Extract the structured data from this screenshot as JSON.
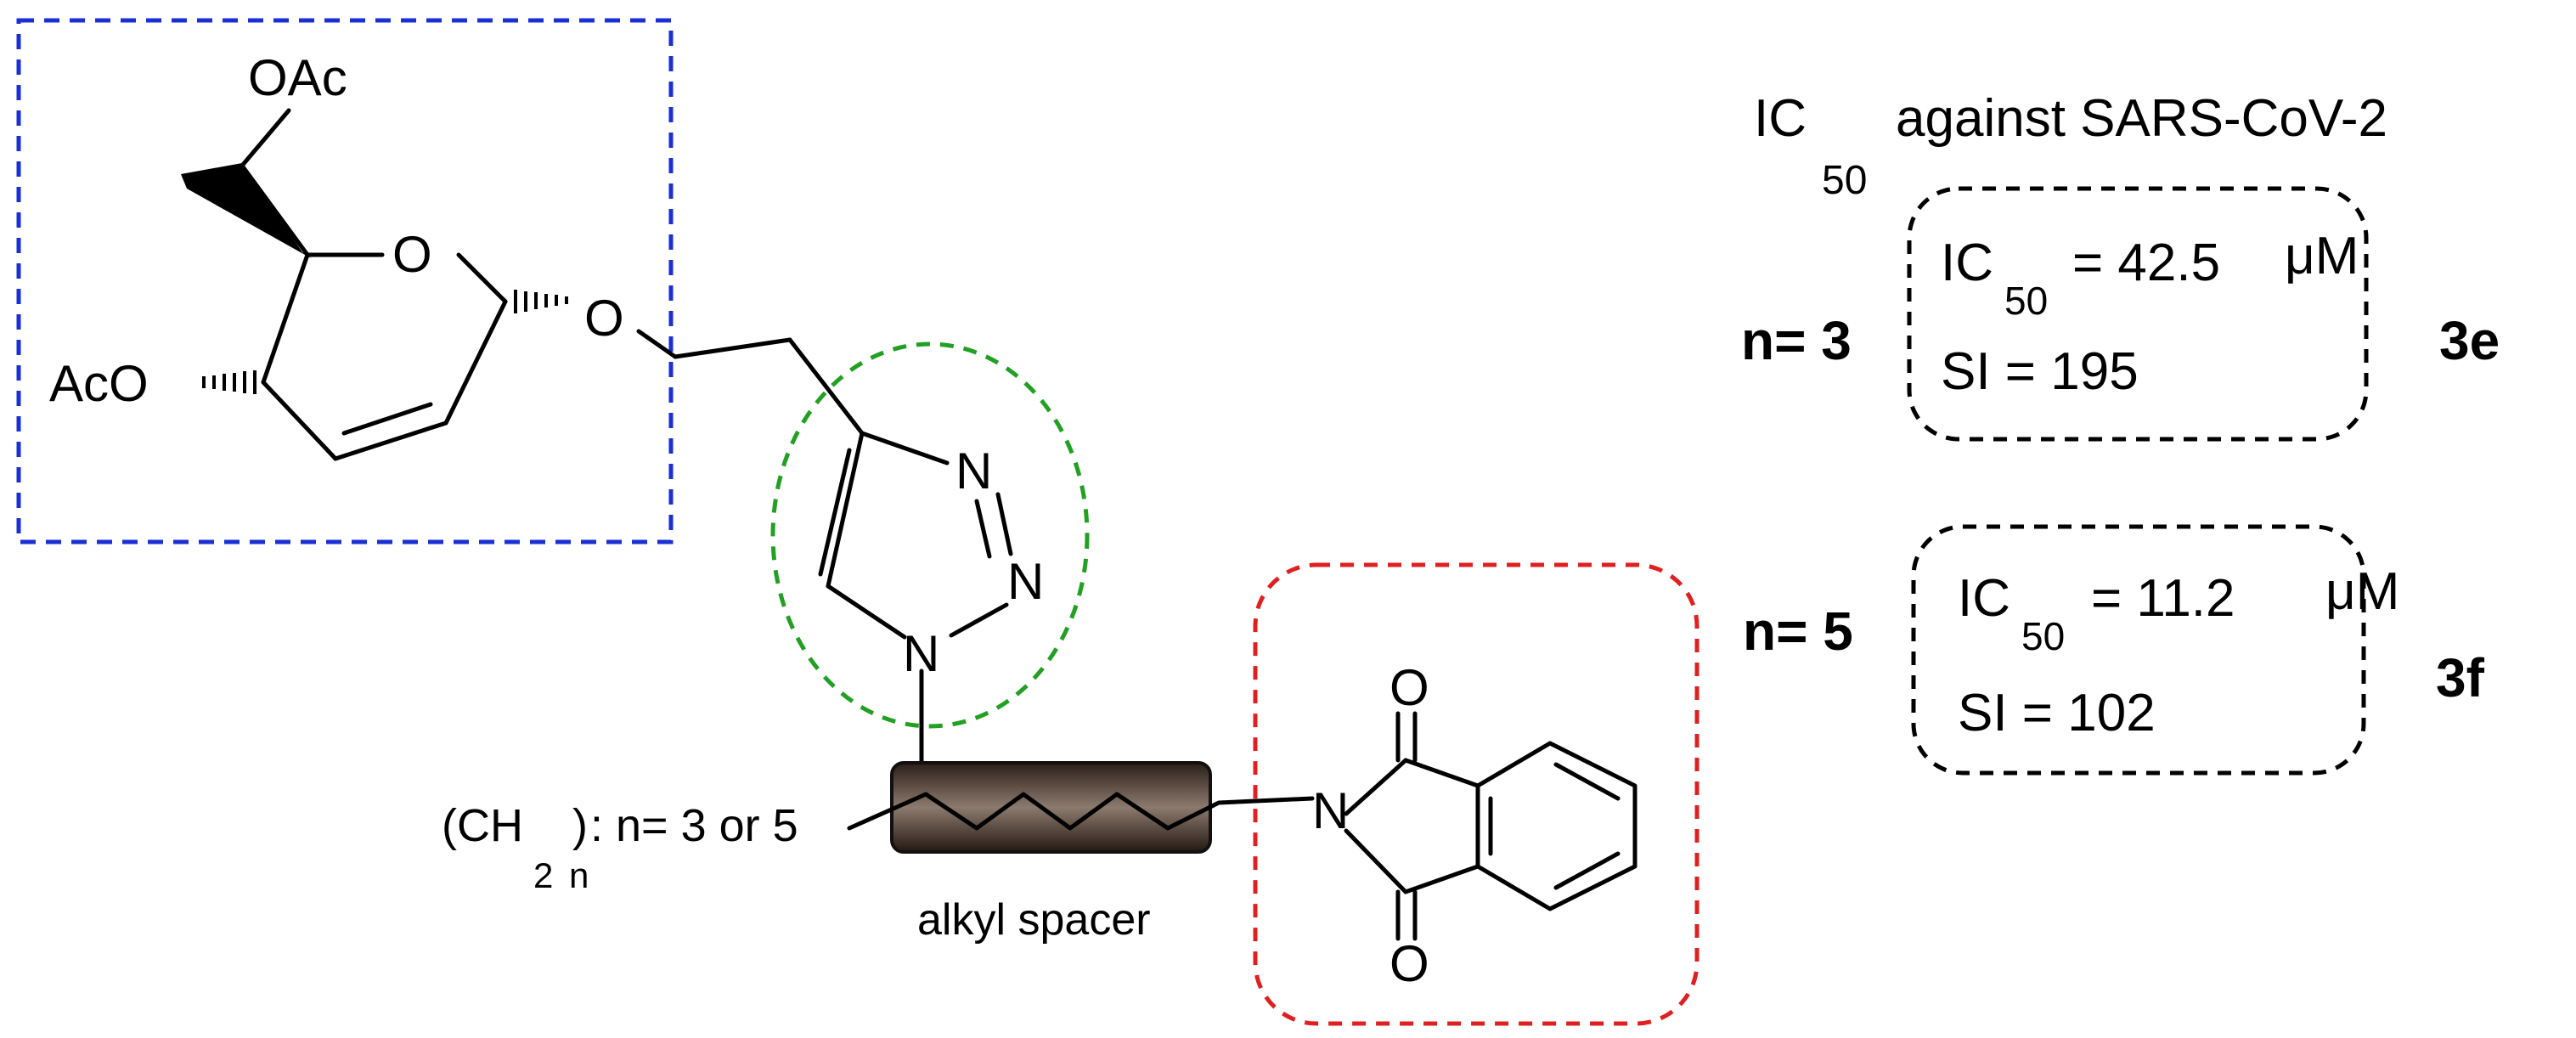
{
  "colors": {
    "sugar_box": "#1a2fd6",
    "triazole_ring": "#22a022",
    "phthalimide_box": "#e02020",
    "result_box": "#000000",
    "spacer_fill": "#4a3a30"
  },
  "atoms": {
    "oac_top": "OAc",
    "ring_o": "O",
    "glyco_o": "O",
    "aco_left": "AcO",
    "n2": "N",
    "n3": "N",
    "n1": "N",
    "imide_n": "N",
    "carbonyl_o_top": "O",
    "carbonyl_o_bottom": "O"
  },
  "spacer": {
    "formula_open": "(CH",
    "formula_sub": "2",
    "formula_close": ")",
    "formula_n": "n",
    "formula_text": ": n= 3 or 5",
    "caption": "alkyl spacer"
  },
  "header": {
    "ic": "IC",
    "sub": "50",
    "text": "against SARS-CoV-2"
  },
  "results": [
    {
      "n_label": "n= 3",
      "ic": "IC",
      "sub": "50",
      "value": "= 42.5",
      "unit": "μM",
      "si": "SI = 195",
      "compound": "3e"
    },
    {
      "n_label": "n= 5",
      "ic": "IC",
      "sub": "50",
      "value": "= 11.2",
      "unit": "μM",
      "si": "SI = 102",
      "compound": "3f"
    }
  ]
}
